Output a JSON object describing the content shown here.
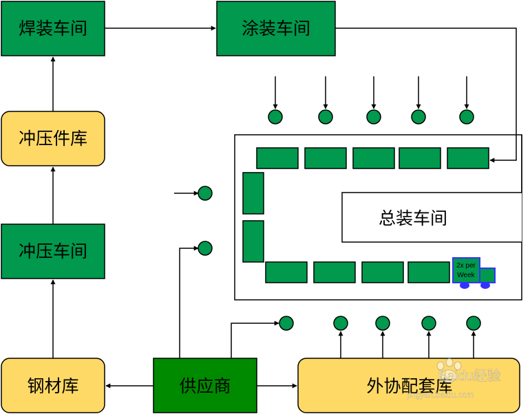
{
  "colors": {
    "green": "#00994d",
    "dark_green": "#008a00",
    "yellow": "#ffd966",
    "stroke": "#000000",
    "truck_blue": "#3333ff"
  },
  "nodes": {
    "welding": "焊装车间",
    "painting": "涂装车间",
    "stamping_parts_store": "冲压件库",
    "stamping": "冲压车间",
    "steel_store": "钢材库",
    "supplier": "供应商",
    "outsourced_store": "外协配套库",
    "final_assembly": "总装车间"
  },
  "truck": {
    "label_line1": "2x per",
    "label_line2": "Week"
  },
  "watermark": {
    "text": "Baidu经验",
    "url": "jingyan.baidu.com"
  }
}
